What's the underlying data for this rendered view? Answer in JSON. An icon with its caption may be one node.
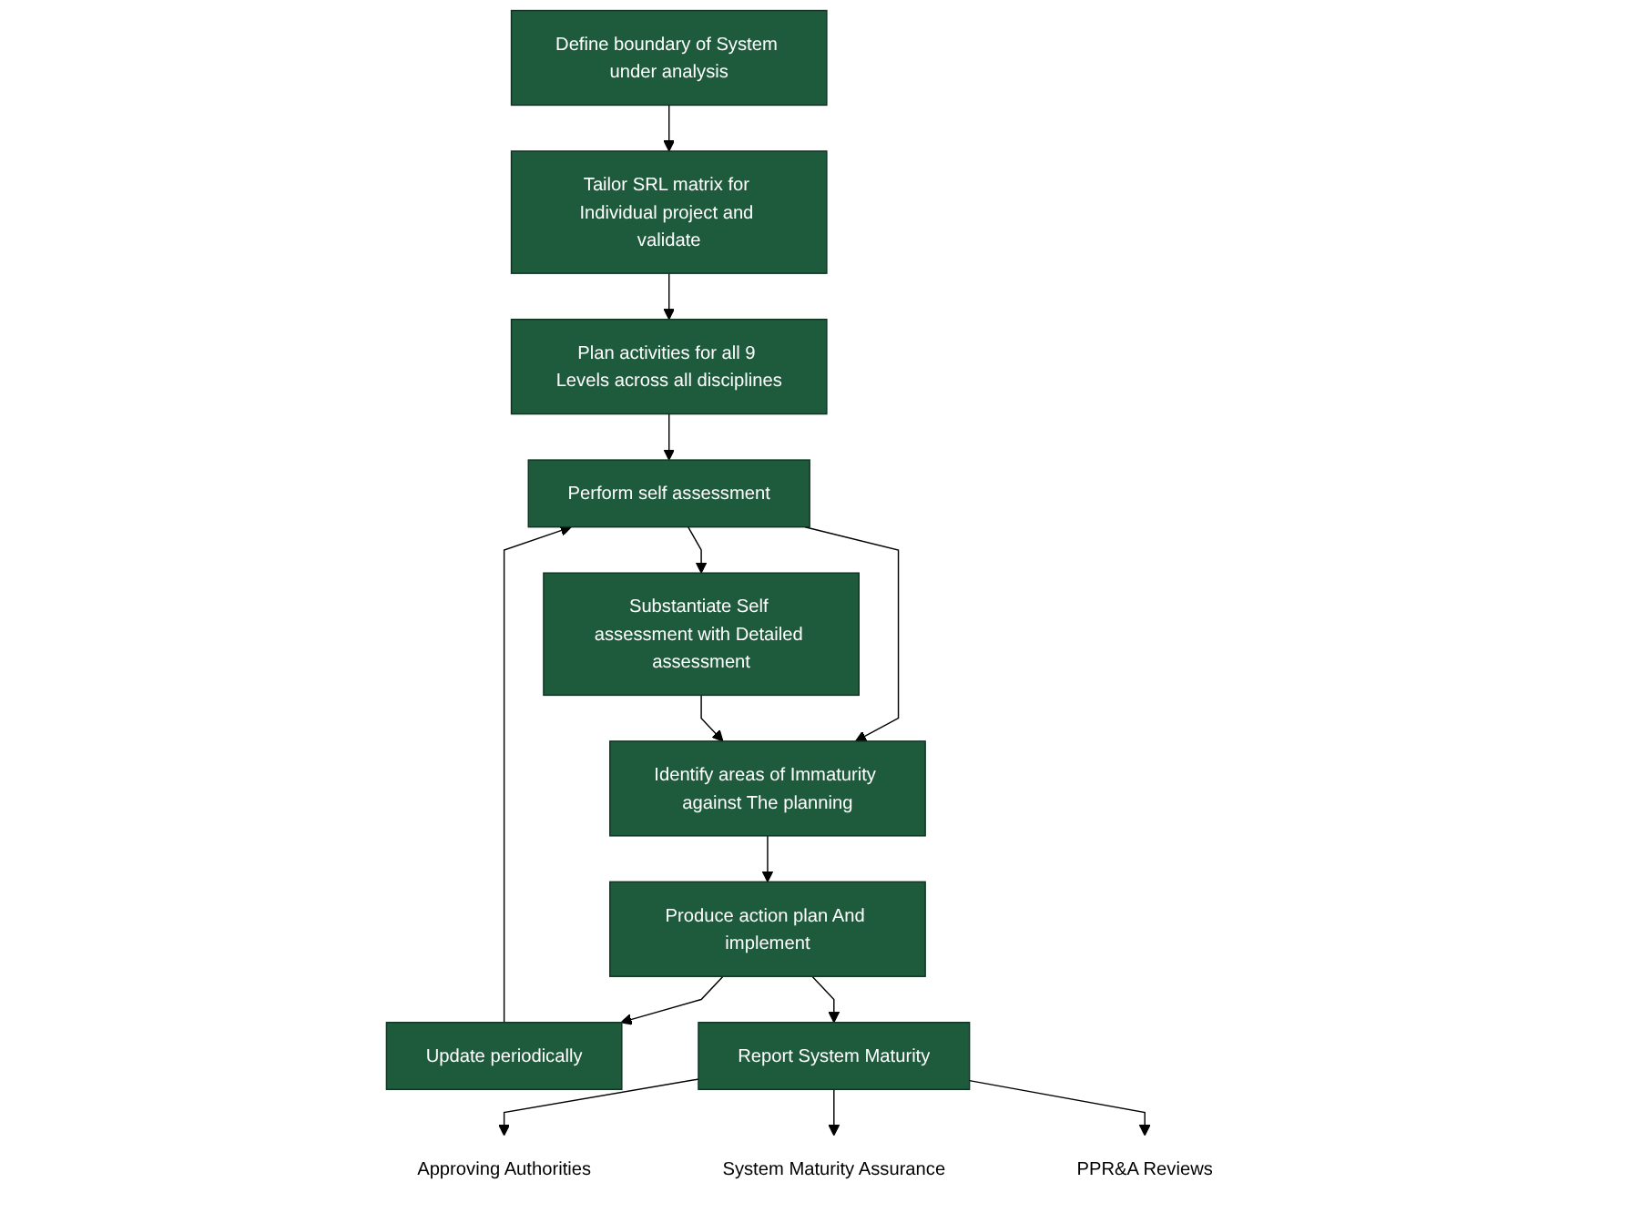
{
  "diagram": {
    "nodes": [
      {
        "text": [
          "Define boundary of System under analysis"
        ]
      },
      {
        "text": [
          "Tailor SRL matrix for Individual project and validate"
        ]
      },
      {
        "text": [
          "Plan activities for all 9 Levels across all disciplines"
        ]
      },
      {
        "text": [
          "Update periodically"
        ]
      },
      {
        "text": [
          "Perform self assessment"
        ]
      },
      {
        "text": [
          "Substantiate Self assessment with Detailed assessment"
        ]
      },
      {
        "text": [
          "Identify areas of Immaturity against The planning"
        ]
      },
      {
        "text": [
          "Produce action plan And implement"
        ]
      },
      {
        "text": [
          "Report System Maturity"
        ]
      },
      {
        "text": [
          "Approving Authorities"
        ]
      },
      {
        "text": [
          "PPR&A Reviews"
        ]
      },
      {
        "text": [
          "System Maturity Assurance"
        ]
      }
    ],
    "edges": [
      {
        "from": 0,
        "to": 1,
        "arrow": "to"
      },
      {
        "from": 1,
        "to": 2,
        "arrow": "to"
      },
      {
        "from": 2,
        "to": 4,
        "arrow": "to"
      },
      {
        "from": 3,
        "to": 4,
        "arrow": "to"
      },
      {
        "from": 4,
        "to": 5,
        "arrow": "to"
      },
      {
        "from": 4,
        "to": 6,
        "arrow": "to"
      },
      {
        "from": 5,
        "to": 6,
        "arrow": "to"
      },
      {
        "from": 6,
        "to": 7,
        "arrow": "to"
      },
      {
        "from": 7,
        "to": 3,
        "arrow": "to"
      },
      {
        "from": 7,
        "to": 8,
        "arrow": "to"
      },
      {
        "from": 8,
        "to": 9,
        "arrow": "to"
      },
      {
        "from": 8,
        "to": 11,
        "arrow": "to"
      },
      {
        "from": 8,
        "to": 10,
        "arrow": "to"
      }
    ]
  }
}
